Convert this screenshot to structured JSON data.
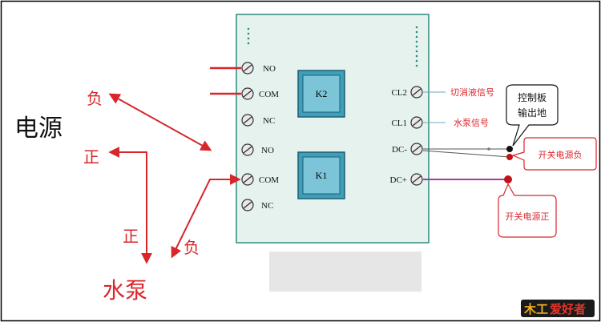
{
  "board": {
    "left_terminals": [
      "NO",
      "COM",
      "NC",
      "NO",
      "COM",
      "NC"
    ],
    "right_terminals": [
      "CL2",
      "CL1",
      "DC-",
      "DC+"
    ],
    "relays": [
      "K2",
      "K1"
    ]
  },
  "labels": {
    "power_supply": "电源",
    "water_pump": "水泵",
    "negative": "负",
    "positive": "正",
    "cut_liquid_signal": "切消液信号",
    "pump_signal": "水泵信号",
    "control_board_ground": "控制板\n输出地",
    "switch_supply_negative": "开关电源负",
    "switch_supply_positive": "开关电源正"
  },
  "logo": {
    "mark": "木工",
    "text": "爱好者"
  },
  "colors": {
    "red": "#d8262b",
    "board": "#e6f2ee",
    "board_border": "#2d8a7a",
    "relay": "#3f9fb9",
    "purple": "#a03aa6"
  }
}
